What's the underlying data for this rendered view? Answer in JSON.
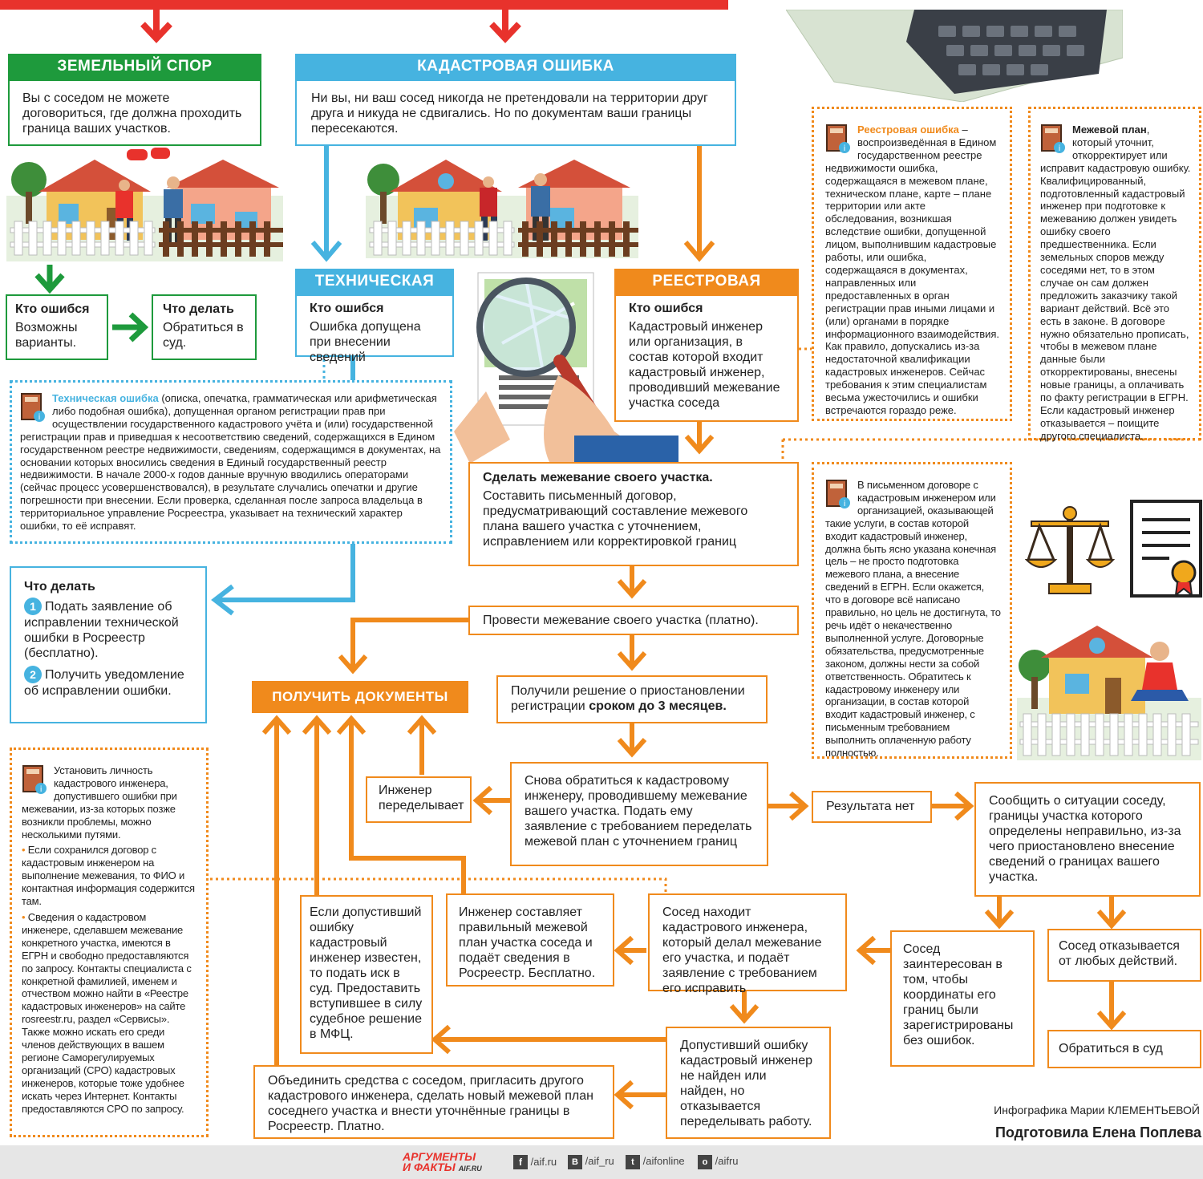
{
  "top": {
    "dispute_title": "ЗЕМЕЛЬНЫЙ СПОР",
    "dispute_text": "Вы с соседом не можете договориться, где должна проходить граница ваших участков.",
    "cadastral_title": "КАДАСТРОВАЯ ОШИБКА",
    "cadastral_text": "Ни вы, ни ваш сосед никогда не претендовали на территории друг друга и никуда не сдвигались. Но по документам ваши границы пересекаются."
  },
  "dispute_branch": {
    "who_title": "Кто ошибся",
    "who_text": "Возможны варианты.",
    "todo_title": "Что делать",
    "todo_text": "Обратиться в суд."
  },
  "technical": {
    "title": "ТЕХНИЧЕСКАЯ",
    "who_title": "Кто ошибся",
    "who_text": "Ошибка допущена при внесении сведений",
    "note_term": "Техническая ошибка",
    "note_text": " (описка, опечатка, грамматическая или арифметическая либо подобная ошибка), допущенная органом регистрации прав при осуществлении государственного кадастрового учёта и (или) государственной регистрации прав и приведшая к несоответствию сведений, содержащихся в Едином государственном реестре недвижимости, сведениям, содержащимся в документах, на основании которых вносились сведения в Единый государственный реестр недвижимости. В начале 2000-х годов данные вручную вводились операторами (сейчас процесс усовершенствовался), в результате случались опечатки и другие погрешности при внесении. Если проверка, сделанная после запроса владельца в территориальное управление Росреестра, указывает на технический характер ошибки, то её исправят.",
    "todo_title": "Что делать",
    "step1": "Подать заявление об исправлении технической ошибки в Росреестр (бесплатно).",
    "step2": "Получить уведомление об исправлении ошибки.",
    "n1": "1",
    "n2": "2"
  },
  "registry": {
    "title": "РЕЕСТРОВАЯ",
    "who_title": "Кто ошибся",
    "who_text": "Кадастровый инженер или организация, в состав которой входит кадастровый инженер, проводивший межевание участка соседа",
    "note_term": "Реестровая ошибка",
    "note_text": " – воспроизведённая в Едином государственном реестре недвижимости ошибка, содержащаяся в межевом плане, техническом плане, карте – плане территории или акте обследования, возникшая вследствие ошибки, допущенной лицом, выполнившим кадастровые работы, или ошибка, содержащаяся в документах, направленных или предоставленных в орган регистрации прав иными лицами и (или) органами в порядке информационного взаимодействия. Как правило, допускались из-за недостаточной квалификации кадастровых инженеров. Сейчас требования к этим специалистам весьма ужесточились и ошибки встречаются гораздо реже."
  },
  "survey_note": {
    "term": "Межевой план",
    "text": ", который уточнит, откорректирует или исправит кадастровую ошибку. Квалифицированный, подготовленный кадастровый инженер при подготовке к межеванию должен увидеть ошибку своего предшественника. Если земельных споров между соседями нет, то в этом случае он сам должен предложить заказчику такой вариант действий. Всё это есть в законе. В договоре нужно обязательно прописать, чтобы в межевом плане данные были откорректированы, внесены новые границы, а оплачивать по факту регистрации в ЕГРН. Если кадастровый инженер отказывается – поищите другого специалиста."
  },
  "contract_note": "В письменном договоре с кадастровым инженером или организацией, оказывающей такие услуги, в состав которой входит кадастровый инженер, должна быть ясно указана конечная цель – не просто подготовка межевого плана, а внесение сведений в ЕГРН. Если окажется, что в договоре всё написано правильно, но цель не достигнута, то речь идёт о некачественно выполненной услуге. Договорные обязательства, предусмотренные законом, должны нести за собой ответственность. Обратитесь к кадастровому инженеру или организации, в состав которой входит кадастровый инженер, с письменным требованием выполнить оплаченную работу полностью.",
  "identify_note": {
    "intro": "Установить личность кадастрового инженера, допустившего ошибки при межевании, из-за которых позже возникли проблемы, можно несколькими путями.",
    "b1": "Если сохранился договор с кадастровым инженером на выполнение межевания, то ФИО и контактная информация содержится там.",
    "b2": "Сведения о кадастровом инженере, сделавшем межевание конкретного участка, имеются в ЕГРН и свободно предоставляются по запросу. Контакты специалиста с конкретной фамилией, именем и отчеством можно найти в «Реестре кадастровых инженеров» на сайте rosreestr.ru, раздел «Сервисы». Также можно искать его среди членов действующих в вашем регионе Саморегулируемых организаций (СРО) кадастровых инженеров, которые тоже удобнее искать через Интернет. Контакты предоставляются СРО по запросу.",
    "bullet": "•"
  },
  "flow": {
    "s1_title": "Сделать межевание своего участка.",
    "s1_text": "Составить письменный договор, предусматривающий составление межевого плана вашего участка с уточнением, исправлением или корректировкой границ",
    "s2": "Провести межевание своего участка (платно).",
    "get_docs": "ПОЛУЧИТЬ ДОКУМЕНТЫ",
    "s3_a": "Получили решение о приостановлении регистрации ",
    "s3_b": "сроком до 3 месяцев.",
    "s4": "Снова обратиться к кадастровому инженеру, проводившему межевание вашего участка. Подать ему заявление с требованием переделать межевой план с уточнением границ",
    "redo": "Инженер переделывает",
    "no_result": "Результата нет",
    "inform": "Сообщить о ситуации соседу, границы участка которого определены неправильно, из-за чего приостановлено внесение сведений о границах вашего участка.",
    "court_case": "Если допустивший ошибку кадастровый инженер известен, то подать иск в суд. Предоставить вступившее в силу судебное решение в МФЦ.",
    "eng_prepares": "Инженер составляет правильный межевой план участка соседа и подаёт сведения в Росреестр. Бесплатно.",
    "neighbor_finds": "Сосед находит кадастрового инженера, который делал межевание его участка, и подаёт заявление с требованием его исправить",
    "neighbor_interested": "Сосед заинтересован в том, чтобы координаты его границ были зарегистрированы без ошибок.",
    "neighbor_refuses": "Сосед отказывается от любых действий.",
    "go_court": "Обратиться в суд",
    "not_found": "Допустивший ошибку кадастровый инженер не найден или найден, но отказывается переделывать работу.",
    "combine": "Объединить средства с соседом, пригласить другого кадастрового инженера, сделать новый межевой план соседнего участка и внести уточнённые границы в Росреестр. Платно."
  },
  "credits": {
    "infographic": "Инфографика Марии КЛЕМЕНТЬЕВОЙ",
    "prepared": "Подготовила Елена Поплева"
  },
  "footer": {
    "logo1": "АРГУМЕНТЫ",
    "logo2": "И ФАКТЫ",
    "logo3": "AIF.RU",
    "fb": "/aif.ru",
    "vk": "/aif_ru",
    "tw": "/aifonline",
    "ok": "/aifru"
  },
  "colors": {
    "green": "#1e9a3c",
    "blue": "#46b3e0",
    "orange": "#f08a1c",
    "red": "#e8322c"
  }
}
